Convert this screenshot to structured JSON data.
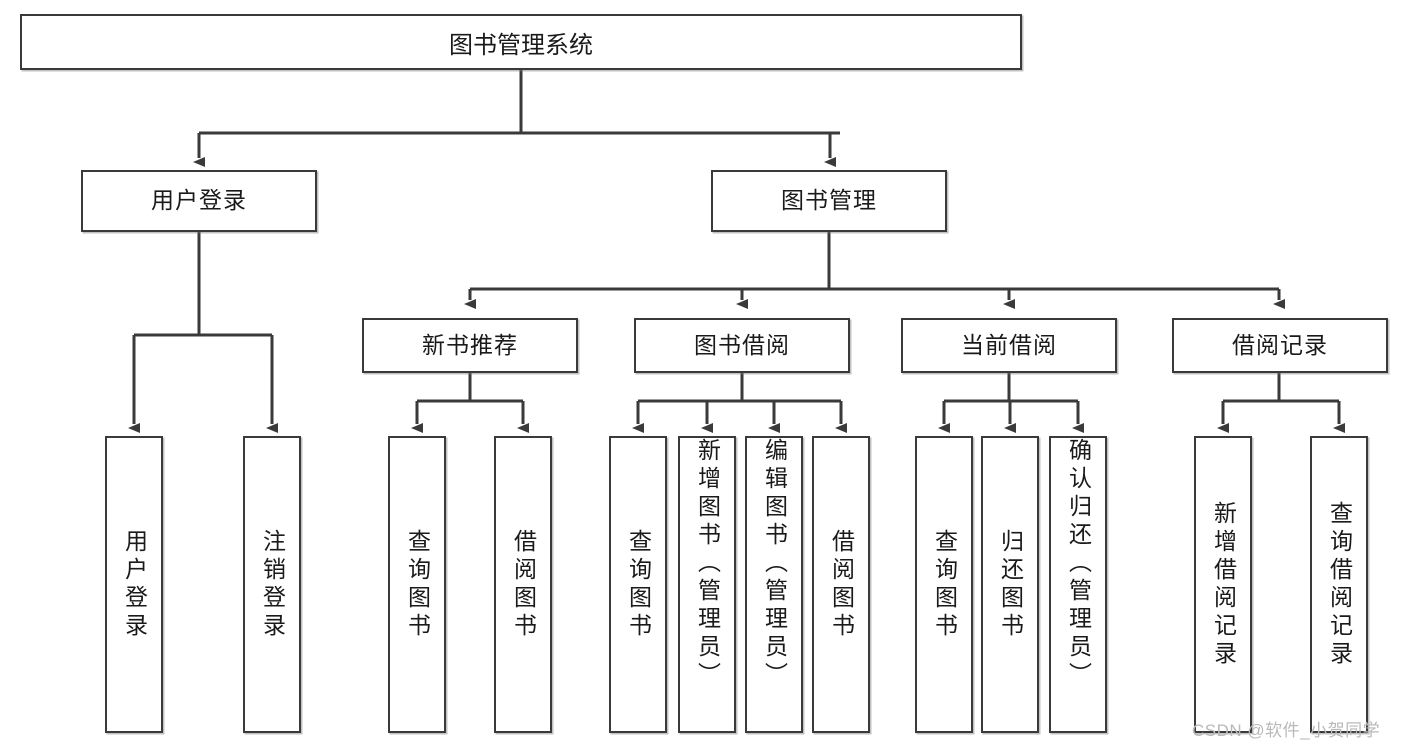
{
  "diagram": {
    "type": "tree-hierarchy",
    "title": "图书管理系统",
    "root": {
      "id": "root",
      "label": "图书管理系统"
    },
    "level2": [
      {
        "id": "user-login",
        "label": "用户登录"
      },
      {
        "id": "book-manage",
        "label": "图书管理"
      }
    ],
    "level3": [
      {
        "id": "new-book-recommend",
        "label": "新书推荐",
        "parent": "book-manage"
      },
      {
        "id": "book-borrow",
        "label": "图书借阅",
        "parent": "book-manage"
      },
      {
        "id": "current-borrow",
        "label": "当前借阅",
        "parent": "book-manage"
      },
      {
        "id": "borrow-record",
        "label": "借阅记录",
        "parent": "book-manage"
      }
    ],
    "leaves": {
      "user_login": [
        {
          "id": "leaf-user-login",
          "label": "用户登录"
        },
        {
          "id": "leaf-logout",
          "label": "注销登录"
        }
      ],
      "new_book_recommend": [
        {
          "id": "leaf-query-book-1",
          "label": "查询图书"
        },
        {
          "id": "leaf-borrow-book-1",
          "label": "借阅图书"
        }
      ],
      "book_borrow": [
        {
          "id": "leaf-query-book-2",
          "label": "查询图书"
        },
        {
          "id": "leaf-add-book",
          "label": "新增图书（管理员）"
        },
        {
          "id": "leaf-edit-book",
          "label": "编辑图书（管理员）"
        },
        {
          "id": "leaf-borrow-book-2",
          "label": "借阅图书"
        }
      ],
      "current_borrow": [
        {
          "id": "leaf-query-book-3",
          "label": "查询图书"
        },
        {
          "id": "leaf-return-book",
          "label": "归还图书"
        },
        {
          "id": "leaf-confirm-return",
          "label": "确认归还（管理员）"
        }
      ],
      "borrow_record": [
        {
          "id": "leaf-add-record",
          "label": "新增借阅记录"
        },
        {
          "id": "leaf-query-record",
          "label": "查询借阅记录"
        }
      ]
    },
    "colors": {
      "border": "#3a3a3a",
      "text": "#1a1a1a",
      "background": "#ffffff",
      "watermark": "#b9b9b9"
    }
  },
  "watermark": {
    "text": "CSDN @软件_小贺同学"
  }
}
